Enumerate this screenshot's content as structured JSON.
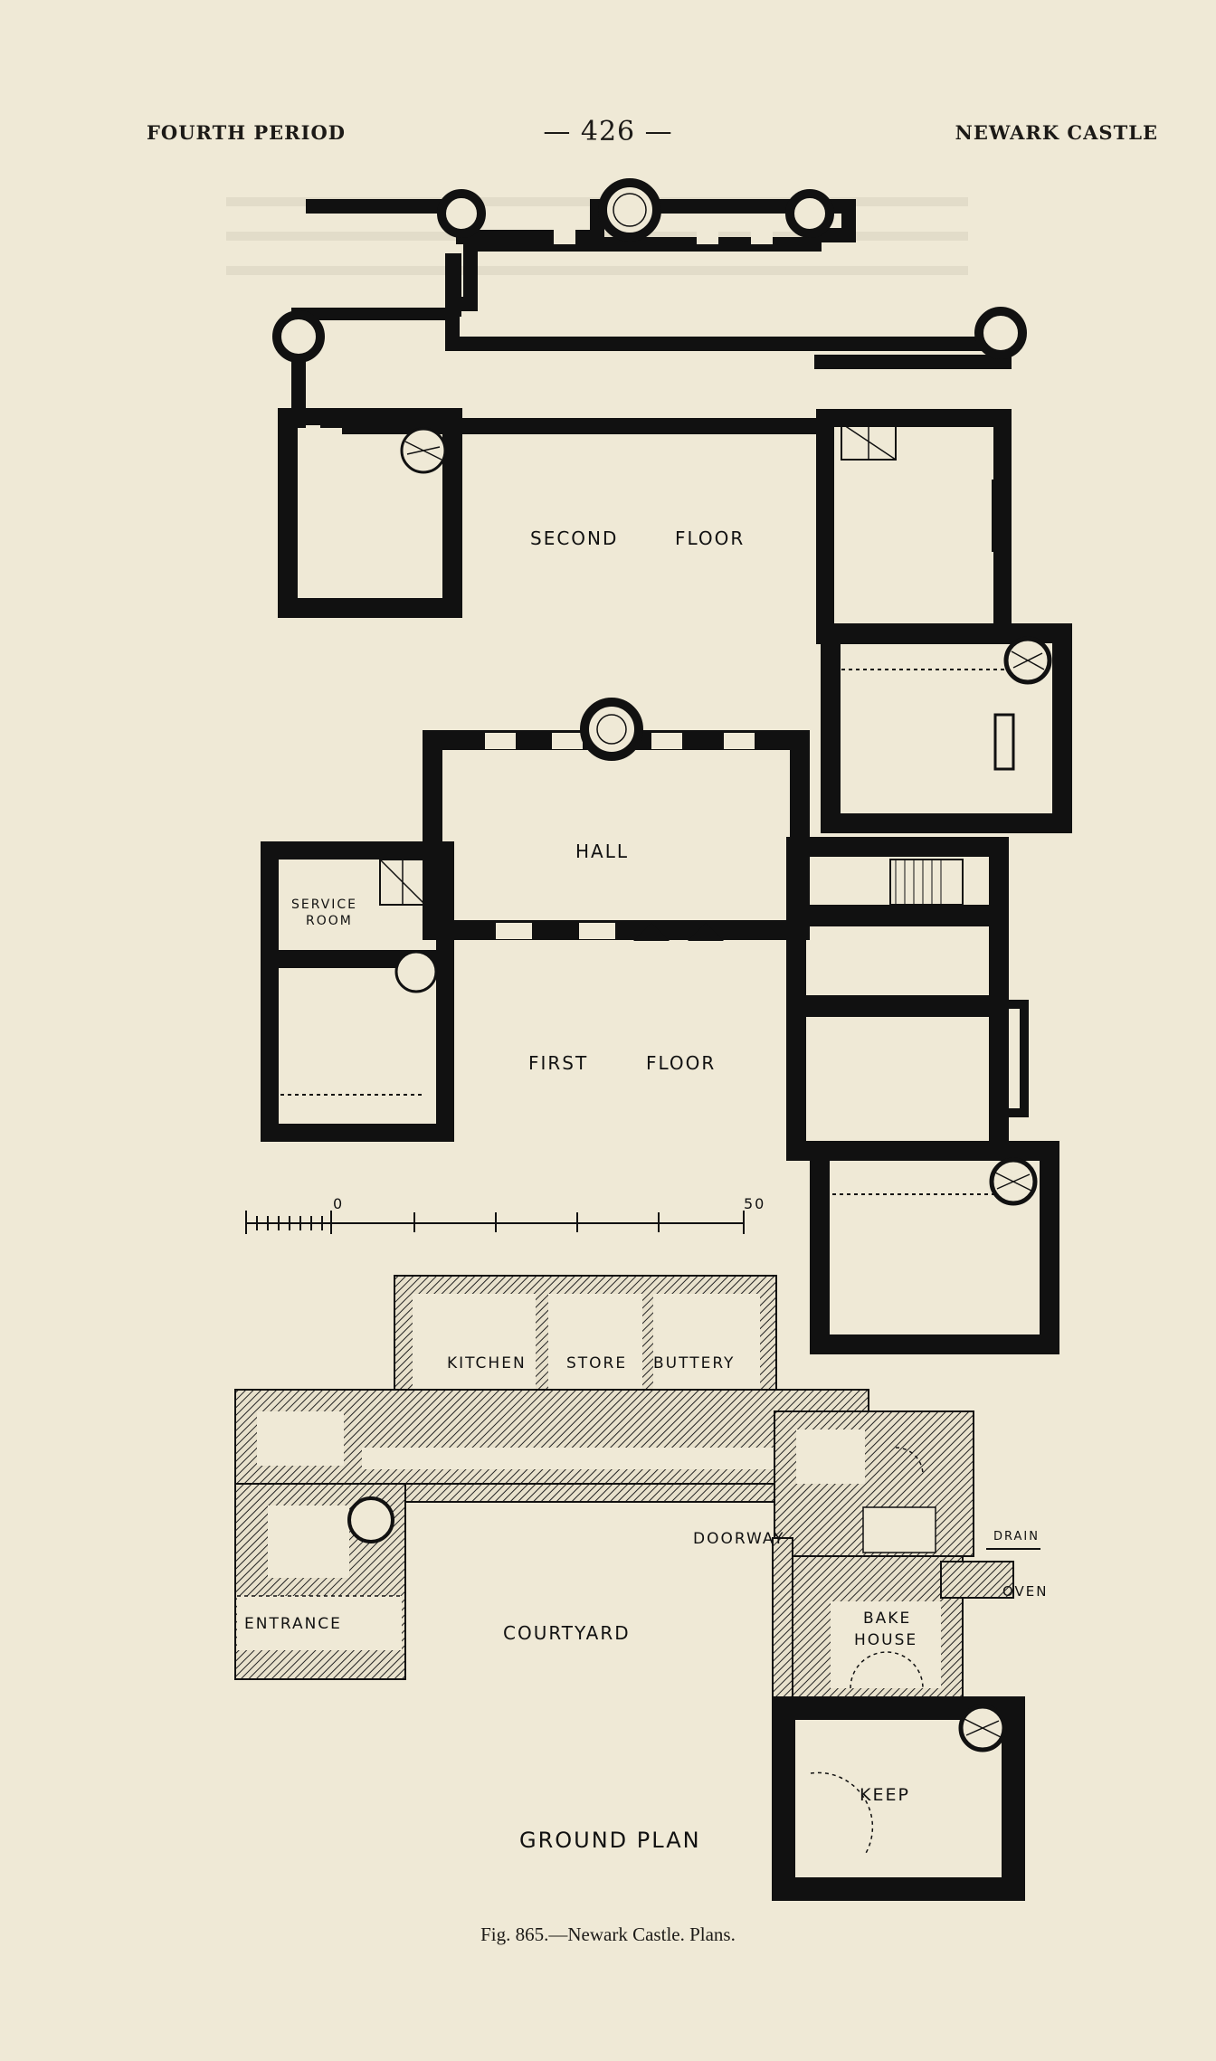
{
  "header": {
    "left": "FOURTH PERIOD",
    "page_number": "— 426 —",
    "right": "NEWARK CASTLE"
  },
  "plans": {
    "second_floor": {
      "label_1": "SECOND",
      "label_2": "FLOOR"
    },
    "first_floor": {
      "hall": "HALL",
      "service_room_1": "SERVICE",
      "service_room_2": "ROOM",
      "label_1": "FIRST",
      "label_2": "FLOOR"
    },
    "scale": {
      "zero": "0",
      "fifty": "50"
    },
    "ground_plan": {
      "kitchen": "KITCHEN",
      "store": "STORE",
      "buttery": "BUTTERY",
      "doorway": "DOORWAY",
      "drain": "DRAIN",
      "oven": "OVEN",
      "bake_1": "BAKE",
      "bake_2": "HOUSE",
      "entrance": "ENTRANCE",
      "courtyard": "COURTYARD",
      "keep": "KEEP",
      "title": "GROUND PLAN"
    }
  },
  "caption": "Fig. 865.—Newark Castle. Plans."
}
